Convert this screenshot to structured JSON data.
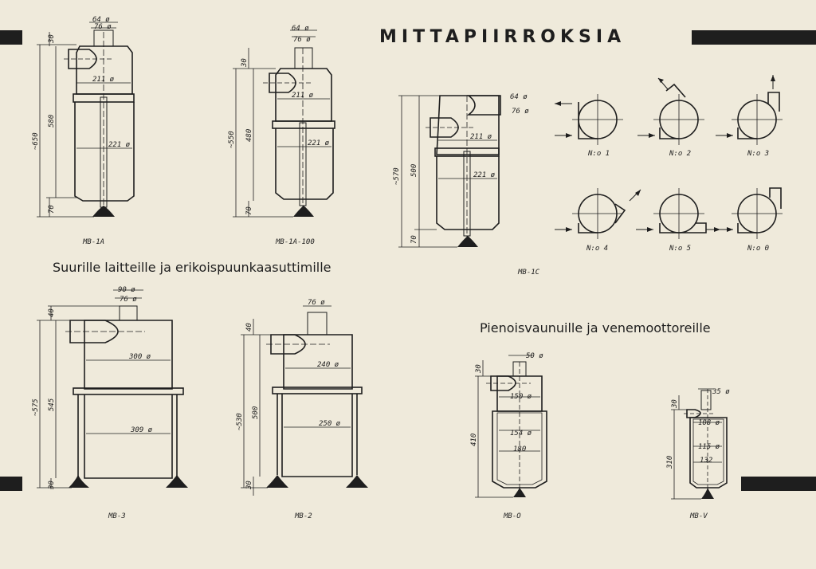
{
  "title": "MITTAPIIRROKSIA",
  "subtitles": {
    "large": "Suurille laitteille ja erikoispuunkaasuttimille",
    "small": "Pienoisvaunuille ja venemoottoreille"
  },
  "models": {
    "mb1a": {
      "caption": "MB-1A",
      "top_dims": [
        "64 ø",
        "76 ø"
      ],
      "inner_dims": [
        "211 ø",
        "221 ø"
      ],
      "v_dims": [
        "~650",
        "580",
        "30",
        "70"
      ]
    },
    "mb1a100": {
      "caption": "MB-1A-100",
      "top_dims": [
        "64 ø",
        "76 ø"
      ],
      "inner_dims": [
        "211 ø",
        "221 ø"
      ],
      "v_dims": [
        "~550",
        "480",
        "30",
        "70"
      ]
    },
    "mb1c": {
      "caption": "MB-1C",
      "top_dims": [
        "64 ø",
        "76 ø"
      ],
      "inner_dims": [
        "211 ø",
        "221 ø"
      ],
      "v_dims": [
        "~570",
        "500",
        "70"
      ]
    },
    "mb3": {
      "caption": "MB-3",
      "top_dims": [
        "90 ø",
        "76 ø"
      ],
      "inner_dims": [
        "300 ø",
        "309 ø"
      ],
      "v_dims": [
        "~575",
        "545",
        "40",
        "30"
      ]
    },
    "mb2": {
      "caption": "MB-2",
      "top_dims": [
        "76 ø"
      ],
      "inner_dims": [
        "240 ø",
        "250 ø"
      ],
      "v_dims": [
        "~530",
        "500",
        "40",
        "30"
      ]
    },
    "mb0": {
      "caption": "MB-O",
      "top_dims": [
        "50 ø"
      ],
      "inner_dims": [
        "150 ø",
        "154 ø",
        "180"
      ],
      "v_dims": [
        "410",
        "30"
      ]
    },
    "mbv": {
      "caption": "MB-V",
      "top_dims": [
        "35 ø"
      ],
      "inner_dims": [
        "108 ø",
        "115 ø",
        "132"
      ],
      "v_dims": [
        "310",
        "30"
      ]
    }
  },
  "connections": [
    {
      "label": "N:o 1"
    },
    {
      "label": "N:o 2"
    },
    {
      "label": "N:o 3"
    },
    {
      "label": "N:o 4"
    },
    {
      "label": "N:o 5"
    },
    {
      "label": "N:o 0"
    }
  ]
}
